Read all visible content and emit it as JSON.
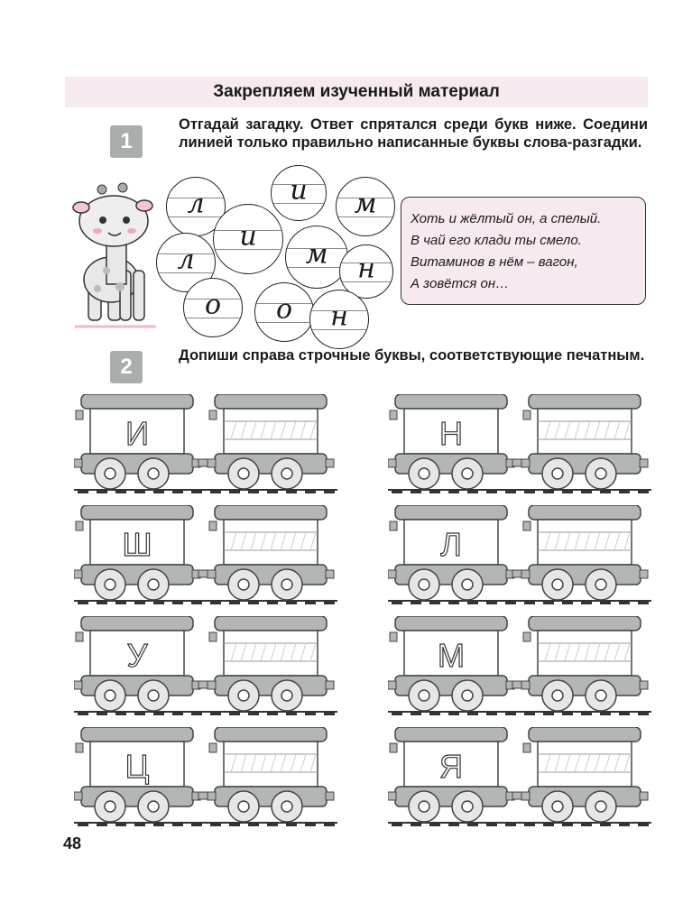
{
  "header": {
    "title": "Закрепляем изученный материал"
  },
  "task1": {
    "number": "1",
    "text": "Отгадай загадку. Ответ спрятался среди букв ниже. Соедини линией только правильно написанные буквы слова-разгадки.",
    "circle_letters": [
      "л",
      "и",
      "м",
      "и",
      "м",
      "л",
      "н",
      "о",
      "о",
      "н"
    ],
    "riddle": [
      "Хоть и жёлтый он, а спелый.",
      "В чай его клади ты смело.",
      "Витаминов в нём – вагон,",
      "А зовётся он…"
    ]
  },
  "task2": {
    "number": "2",
    "text": "Допиши справа строчные буквы, соответствующие печатным.",
    "train_letters": [
      "И",
      "Н",
      "Ш",
      "Л",
      "У",
      "М",
      "Ц",
      "Я"
    ]
  },
  "page_number": "48",
  "colors": {
    "band": "#f7e9f0",
    "gray": "#a8adad",
    "wagon": "#b3b6b6"
  }
}
